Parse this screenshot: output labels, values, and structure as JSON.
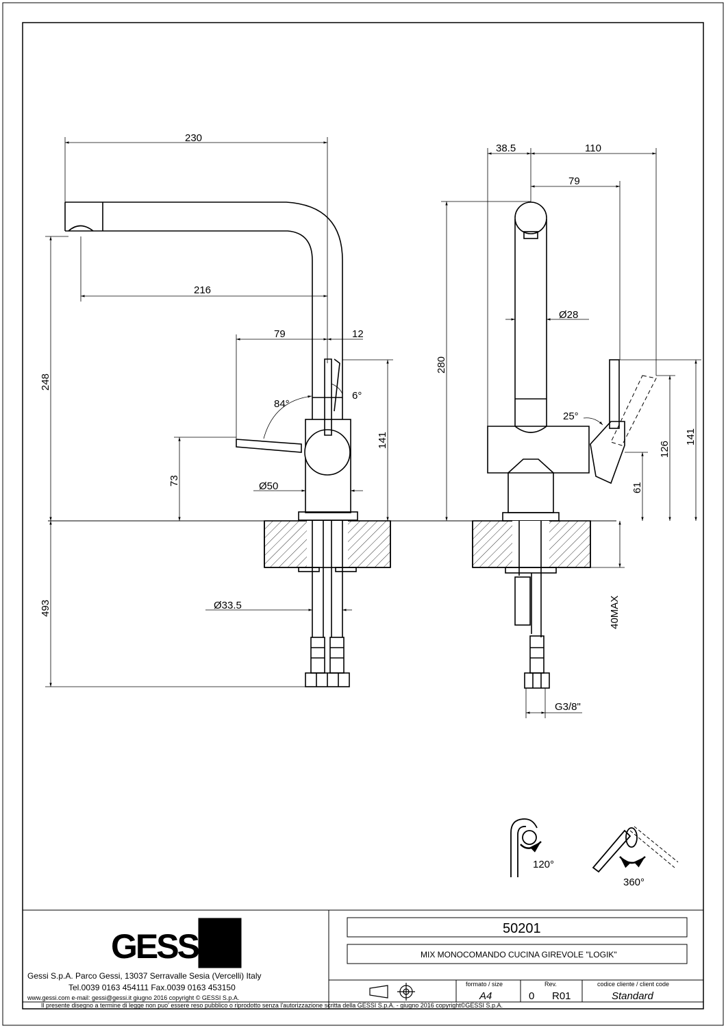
{
  "dimensions": {
    "front": {
      "spout_width": "230",
      "spout_reach": "216",
      "lever_reach": "79",
      "lever_offset": "12",
      "height": "248",
      "lever_tilt": "6°",
      "lever_angle": "84°",
      "lever_height": "141",
      "handle_height": "73",
      "body_diameter": "Ø50",
      "hose_diameter": "Ø33.5",
      "hose_length": "493"
    },
    "side": {
      "spout_offset": "38.5",
      "depth": "110",
      "lever_reach": "79",
      "spout_diameter": "Ø28",
      "total_height": "280",
      "lever_angle": "25°",
      "lever_height": "126",
      "lever_max_height": "141",
      "base_height": "61",
      "deck_thickness": "40MAX",
      "thread": "G3/8\""
    }
  },
  "rotation": {
    "spout": "120°",
    "lever": "360°"
  },
  "title_block": {
    "logo": "GESSI",
    "company_line1": "Gessi S.p.A. Parco Gessi, 13037 Serravalle Sesia (Vercelli) Italy",
    "company_line2": "Tel.0039  0163  454111  Fax.0039  0163  453150",
    "company_line3": "www.gessi.com  e-mail: gessi@gessi.it    giugno  2016    copyright © GESSI  S.p.A.",
    "code": "50201",
    "description": "MIX MONOCOMANDO CUCINA GIREVOLE \"LOGIK\"",
    "format_label": "formato  /  size",
    "format_value": "A4",
    "rev_label": "Rev.",
    "rev_value": "0",
    "rev_code": "R01",
    "client_label": "codice  cliente  /  client code",
    "client_value": "Standard",
    "footer": "Il  presente  disegno  a  termine  di  legge  non  puo'  essere  reso  pubblico  o  riprodotto  senza  l'autorizzazione  scritta  della  GESSI  S.p.A.  -  giugno  2016    copyright©GESSI  S.p.A."
  }
}
